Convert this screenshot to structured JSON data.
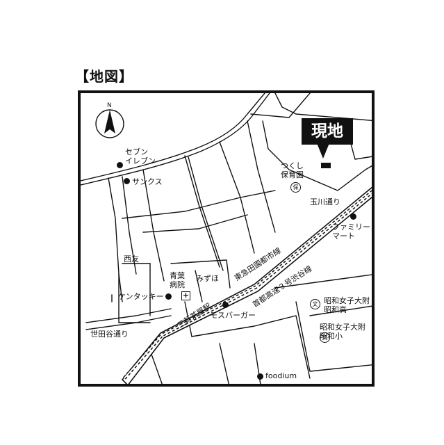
{
  "heading": "【地図】",
  "genchi_label": "現地",
  "labels": {
    "seven_eleven": "セブン\nイレブン",
    "sanjakusu": "サンクス",
    "tsukushi": "つくし\n保育園",
    "tamagawa_dori": "玉川通り",
    "familymart": "ファミリー\nマート",
    "nishitomo": "西友",
    "denentoshi": "東急田園都市線",
    "shutoko": "首都高速３号渋谷線",
    "aoba_hospital": "青葉\n病院",
    "mizuho": "みずほ",
    "kentucky": "ケンタッキー",
    "sangenjaya": "三軒茶屋駅",
    "mos": "モスバーガー",
    "showa_high": "昭和女子大附\n昭和高",
    "showa_elem": "昭和女子大附\n昭和小",
    "setagaya_dori": "世田谷通り",
    "foodium": "foodium"
  },
  "icons": {
    "compass": "north-arrow-icon",
    "school": "文",
    "nursery": "保",
    "hospital": "+"
  }
}
